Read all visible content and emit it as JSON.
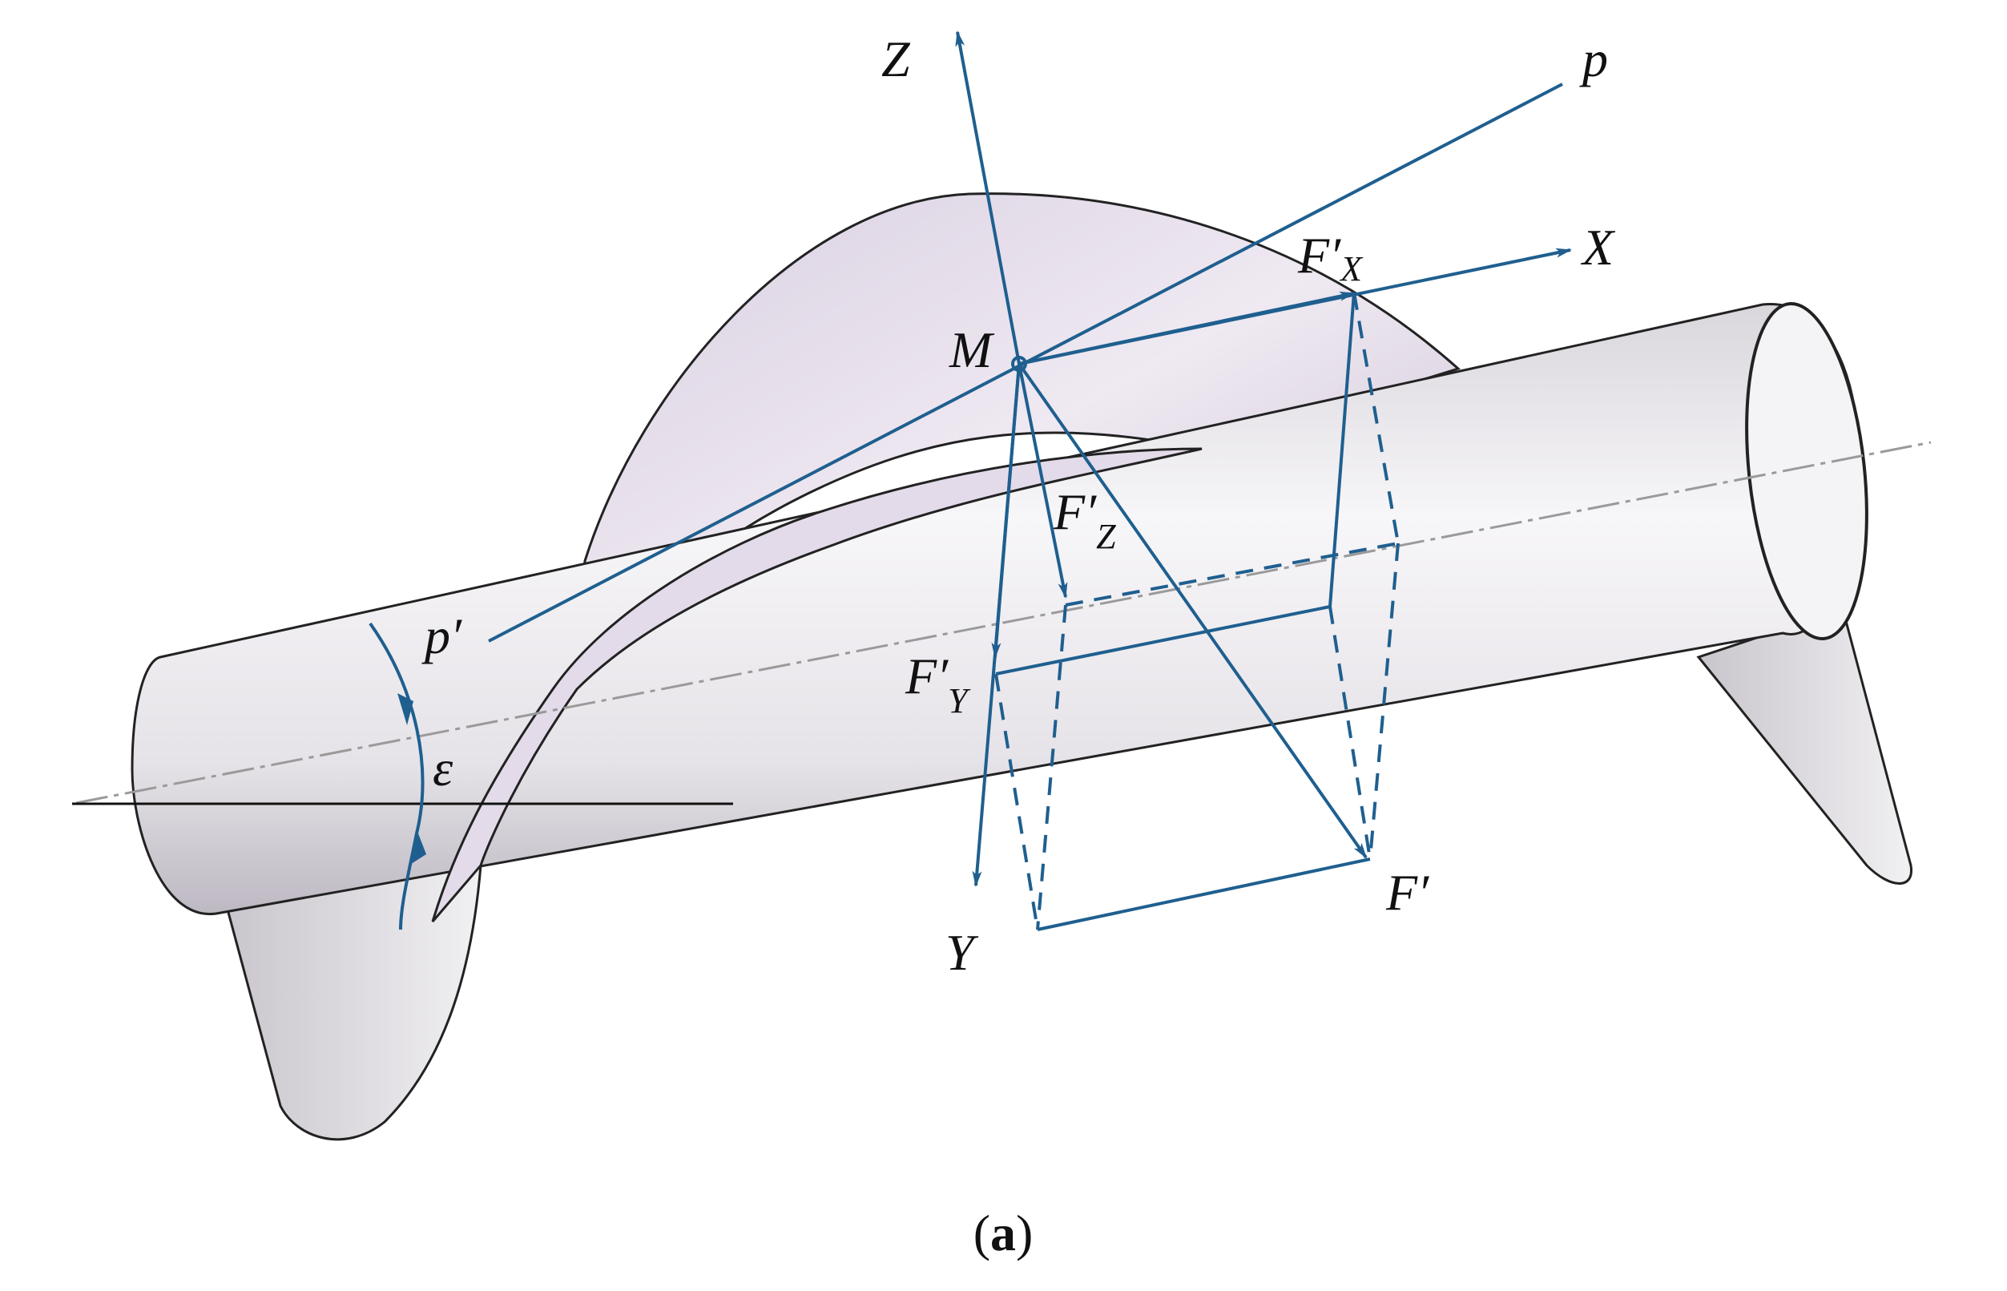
{
  "colors": {
    "vector": "#1f5f8f",
    "surface": "#ece8ef",
    "surface_dark": "#cfc8d6",
    "outline": "#222222",
    "axis_centerline": "#9a9a9a"
  },
  "labels": {
    "z_axis": "Z",
    "x_axis": "X",
    "y_axis": "Y",
    "line_p": "p",
    "line_p_prime": "p′",
    "point_m": "M",
    "fx_main": "F′",
    "fx_sub": "X",
    "fy_main": "F′",
    "fy_sub": "Y",
    "fz_main": "F′",
    "fz_sub": "Z",
    "f_prime": "F′",
    "angle": "ε"
  },
  "caption": {
    "open": "(",
    "letter": "a",
    "close": ")"
  }
}
